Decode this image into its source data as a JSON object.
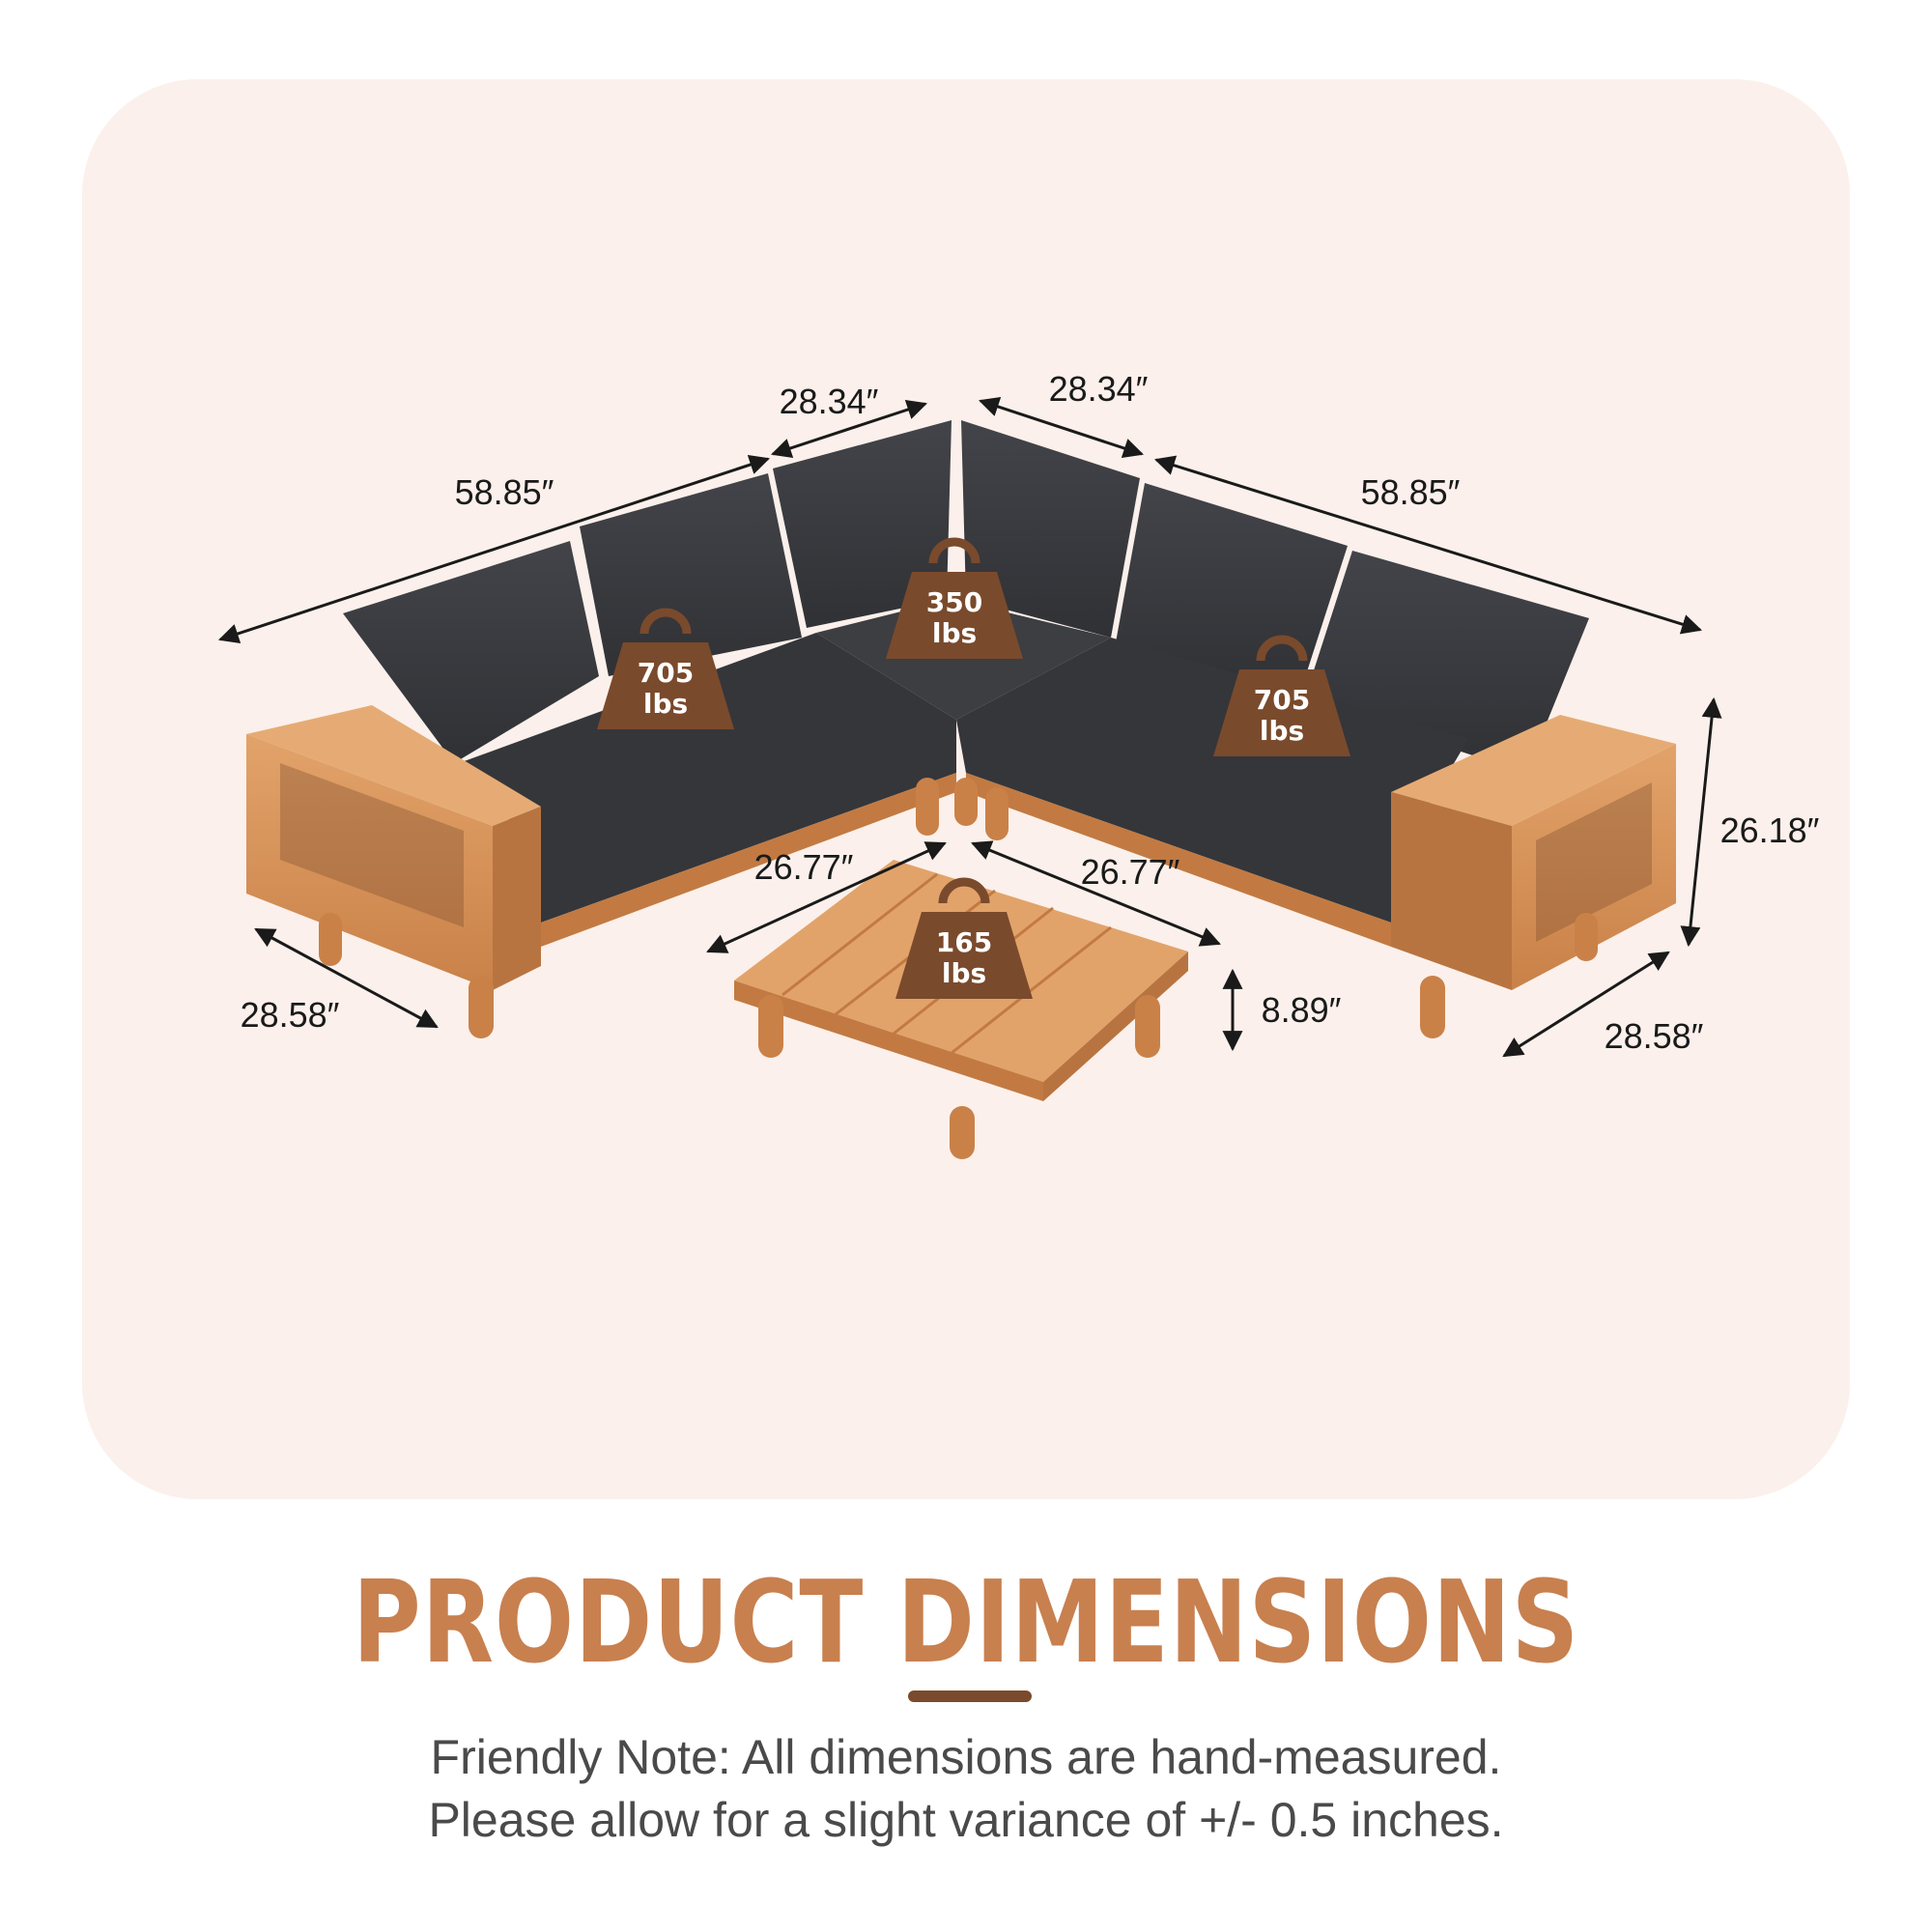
{
  "colors": {
    "panel_background": "#fbf0eb",
    "title": "#c8804f",
    "accent_bar": "#7a4a2c",
    "weight_badge": "#7a4a2c",
    "wood": "#d8935a",
    "wood_dark": "#b87440",
    "cushion": "#3a3b3f",
    "cushion_dark": "#2b2c30"
  },
  "dimensions": {
    "left_back_length": "58.85″",
    "left_corner_depth": "28.34″",
    "right_corner_depth": "28.34″",
    "right_back_length": "58.85″",
    "height": "26.18″",
    "left_arm_depth": "28.58″",
    "right_arm_depth": "28.58″",
    "table_width_left": "26.77″",
    "table_width_right": "26.77″",
    "table_height": "8.89″"
  },
  "weights": {
    "left_sofa": {
      "value": "705",
      "unit": "lbs"
    },
    "corner": {
      "value": "350",
      "unit": "lbs"
    },
    "right_sofa": {
      "value": "705",
      "unit": "lbs"
    },
    "table": {
      "value": "165",
      "unit": "lbs"
    }
  },
  "title": "PRODUCT DIMENSIONS",
  "note_line1": "Friendly Note: All dimensions are hand-measured.",
  "note_line2": "Please allow for a slight variance of +/- 0.5 inches."
}
